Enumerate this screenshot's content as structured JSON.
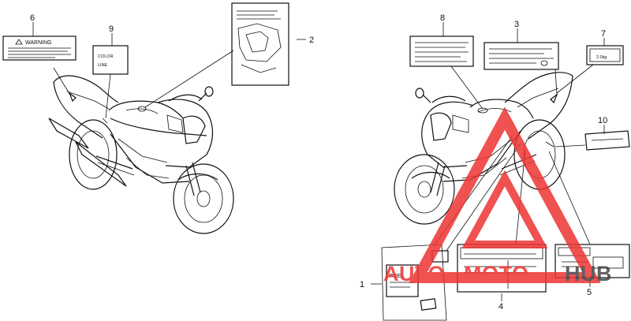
{
  "callouts": [
    "1",
    "2",
    "3",
    "4",
    "5",
    "6",
    "7",
    "8",
    "9",
    "10"
  ],
  "label_texts": {
    "warning": "WARNING",
    "color_line1": "COLOR",
    "color_line2": "LINE",
    "tire_value": "2.0kg",
    "fuel": "FUEL"
  },
  "watermark": {
    "part1": "AUTO",
    "part2": "MOTO",
    "part3": "HUB",
    "color_main": "#ee3333",
    "color_dark": "#444444"
  }
}
